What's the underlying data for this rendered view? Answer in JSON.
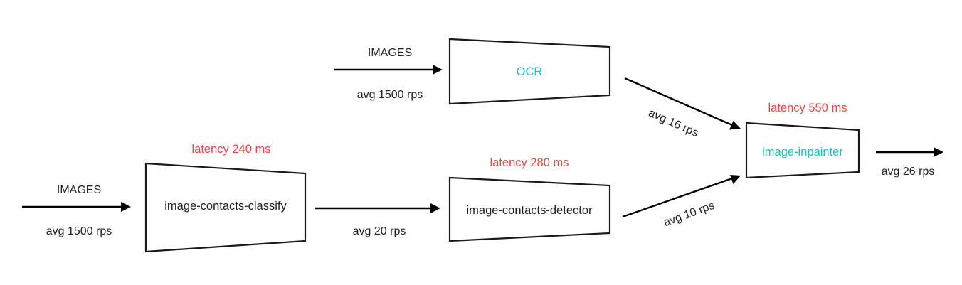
{
  "diagram": {
    "title": "Image processing service pipeline",
    "colors": {
      "latency": "#e8473f",
      "highlight_node": "#1fbfbf",
      "default_node": "#222222",
      "stroke": "#1a1a1a"
    },
    "nodes": [
      {
        "id": "ocr",
        "label": "OCR",
        "highlight": true,
        "latency": null
      },
      {
        "id": "image-contacts-classify",
        "label": "image-contacts-classify",
        "highlight": false,
        "latency": "latency 240 ms"
      },
      {
        "id": "image-contacts-detector",
        "label": "image-contacts-detector",
        "highlight": false,
        "latency": "latency 280 ms"
      },
      {
        "id": "image-inpainter",
        "label": "image-inpainter",
        "highlight": true,
        "latency": "latency 550 ms"
      }
    ],
    "edges": [
      {
        "id": "images-to-ocr",
        "from": "input-images-top",
        "to": "ocr",
        "top_label": "IMAGES",
        "bottom_label": "avg 1500 rps"
      },
      {
        "id": "images-to-classify",
        "from": "input-images-bottom",
        "to": "image-contacts-classify",
        "top_label": "IMAGES",
        "bottom_label": "avg 1500 rps"
      },
      {
        "id": "classify-to-detector",
        "from": "image-contacts-classify",
        "to": "image-contacts-detector",
        "top_label": "",
        "bottom_label": "avg 20 rps"
      },
      {
        "id": "ocr-to-inpainter",
        "from": "ocr",
        "to": "image-inpainter",
        "top_label": "",
        "bottom_label": "avg 16 rps"
      },
      {
        "id": "detector-to-inpainter",
        "from": "image-contacts-detector",
        "to": "image-inpainter",
        "top_label": "",
        "bottom_label": "avg 10 rps"
      },
      {
        "id": "inpainter-output",
        "from": "image-inpainter",
        "to": "output",
        "top_label": "",
        "bottom_label": "avg 26 rps"
      }
    ]
  }
}
